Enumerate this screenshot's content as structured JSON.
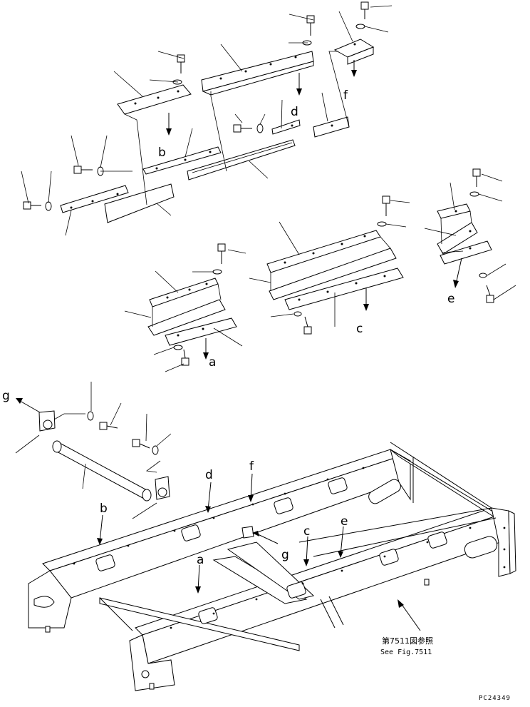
{
  "diagram": {
    "callouts": {
      "a_top": "a",
      "b_top": "b",
      "c_top": "c",
      "d_top": "d",
      "e_top": "e",
      "f_top": "f",
      "g_left": "g",
      "d_frame": "d",
      "f_frame": "f",
      "b_frame": "b",
      "c_frame": "c",
      "e_frame": "e",
      "a_frame": "a",
      "g_frame": "g"
    },
    "reference_note": {
      "line1": "第7511図参照",
      "line2": "See Fig.7511"
    },
    "figure_code": "PC24349"
  }
}
